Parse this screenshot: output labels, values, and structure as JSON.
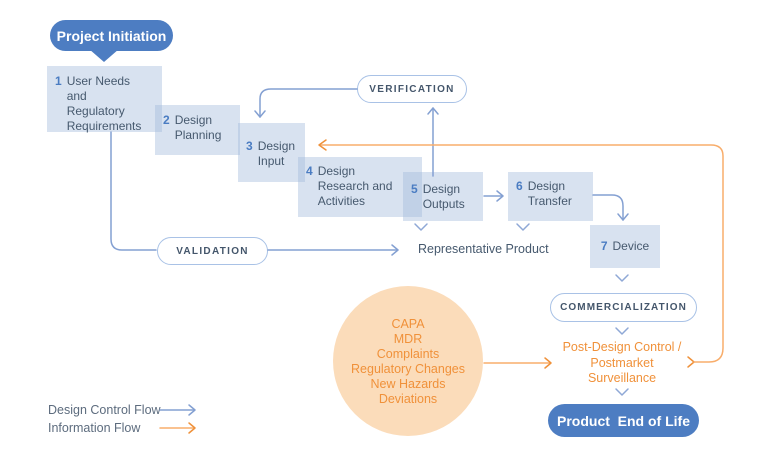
{
  "colors": {
    "primary_blue": "#4d7dc2",
    "step_box_fill": "#dce6f4",
    "step_number": "#4a7cc2",
    "dark_text": "#46596e",
    "oval_border": "#a9c2e6",
    "arrow_blue": "#84a0d2",
    "arrow_orange": "#f8ad6b",
    "orange_text": "#f0913a",
    "circle_fill": "#fbdcba",
    "legend_text": "#5d6c7e"
  },
  "start_bubble": {
    "label": "Project Initiation"
  },
  "steps": [
    {
      "num": "1",
      "label": "User Needs and Regulatory Requirements"
    },
    {
      "num": "2",
      "label": "Design Planning"
    },
    {
      "num": "3",
      "label": "Design Input"
    },
    {
      "num": "4",
      "label": "Design Research and Activities"
    },
    {
      "num": "5",
      "label": "Design Outputs"
    },
    {
      "num": "6",
      "label": "Design Transfer"
    },
    {
      "num": "7",
      "label": "Device"
    }
  ],
  "ovals": {
    "verification": "VERIFICATION",
    "validation": "VALIDATION",
    "commercialization": "COMMERCIALIZATION"
  },
  "representative_product": "Representative Product",
  "post_design": {
    "lines": [
      "Post-Design Control /",
      "Postmarket",
      "Surveillance"
    ]
  },
  "feedback_circle": {
    "items": [
      "CAPA",
      "MDR",
      "Complaints",
      "Regulatory Changes",
      "New Hazards",
      "Deviations"
    ]
  },
  "end_bubble": {
    "label": "Product  End of Life"
  },
  "legend": {
    "items": [
      {
        "label": "Design Control Flow"
      },
      {
        "label": "Information Flow"
      }
    ]
  }
}
